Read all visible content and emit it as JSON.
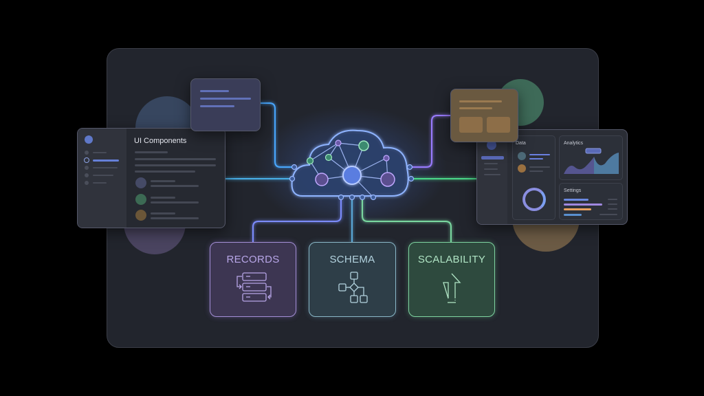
{
  "left_panel": {
    "title": "UI Components"
  },
  "right_panel": {
    "data_label": "Data",
    "analytics_label": "Analytics",
    "settings_label": "Settings"
  },
  "modules": [
    {
      "label": "RECORDS",
      "icon": "records-stack-icon",
      "color": "#a98fd8"
    },
    {
      "label": "SCHEMA",
      "icon": "schema-flowchart-icon",
      "color": "#9ec2d0"
    },
    {
      "label": "SCALABILITY",
      "icon": "arrow-up-icon",
      "color": "#8fd8a8"
    }
  ],
  "colors": {
    "blue_line": "#4aa8ff",
    "purple_line": "#9a7bff",
    "green_line": "#4cd98a",
    "cloud_glow": "#5b8cff"
  }
}
